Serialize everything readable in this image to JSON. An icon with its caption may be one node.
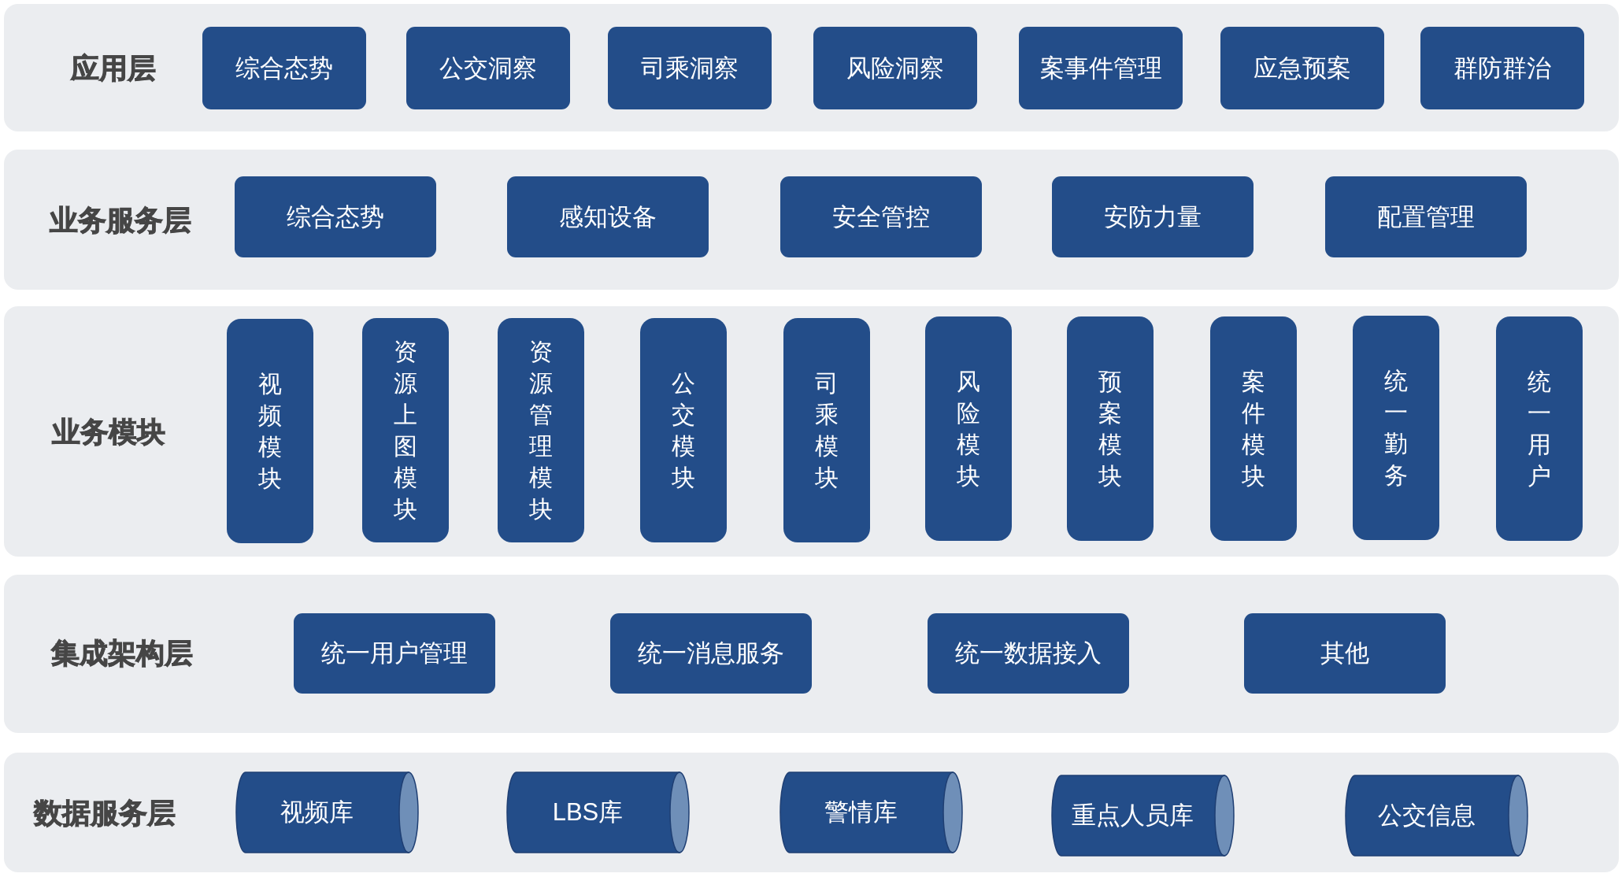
{
  "diagram": {
    "nodes": [
      {
        "text": [
          "应用层"
        ]
      },
      {
        "text": [
          "综合态势"
        ],
        "in": 0
      },
      {
        "text": [
          "公交洞察"
        ],
        "in": 0
      },
      {
        "text": [
          "司乘洞察"
        ],
        "in": 0
      },
      {
        "text": [
          "风险洞察"
        ],
        "in": 0
      },
      {
        "text": [
          "案事件管理"
        ],
        "in": 0
      },
      {
        "text": [
          "应急预案"
        ],
        "in": 0
      },
      {
        "text": [
          "群防群治"
        ],
        "in": 0
      },
      {
        "text": [
          "业务服务层"
        ]
      },
      {
        "text": [
          "综合态势"
        ],
        "in": 8
      },
      {
        "text": [
          "感知设备"
        ],
        "in": 8
      },
      {
        "text": [
          "安全管控"
        ],
        "in": 8
      },
      {
        "text": [
          "安防力量"
        ],
        "in": 8
      },
      {
        "text": [
          "配置管理"
        ],
        "in": 8
      },
      {
        "text": [
          "业务模块"
        ]
      },
      {
        "text": [
          "视频模块"
        ],
        "in": 14
      },
      {
        "text": [
          "资源上图模块"
        ],
        "in": 14
      },
      {
        "text": [
          "资源管理模块"
        ],
        "in": 14
      },
      {
        "text": [
          "公交模块"
        ],
        "in": 14
      },
      {
        "text": [
          "司乘模块"
        ],
        "in": 14
      },
      {
        "text": [
          "风险模块"
        ],
        "in": 14
      },
      {
        "text": [
          "预案模块"
        ],
        "in": 14
      },
      {
        "text": [
          "案件模块"
        ],
        "in": 14
      },
      {
        "text": [
          "统一勤务"
        ],
        "in": 14
      },
      {
        "text": [
          "统一用户"
        ],
        "in": 14
      },
      {
        "text": [
          "集成架构层"
        ]
      },
      {
        "text": [
          "统一用户管理"
        ],
        "in": 25
      },
      {
        "text": [
          "统一消息服务"
        ],
        "in": 25
      },
      {
        "text": [
          "统一数据接入"
        ],
        "in": 25
      },
      {
        "text": [
          "其他"
        ],
        "in": 25
      },
      {
        "text": [
          "数据服务层"
        ]
      },
      {
        "text": [
          "视频库"
        ],
        "in": 30
      },
      {
        "text": [
          "LBS库"
        ],
        "in": 30
      },
      {
        "text": [
          "警情库"
        ],
        "in": 30
      },
      {
        "text": [
          "重点人员库"
        ],
        "in": 30
      },
      {
        "text": [
          "公交信息"
        ],
        "in": 30
      }
    ]
  }
}
